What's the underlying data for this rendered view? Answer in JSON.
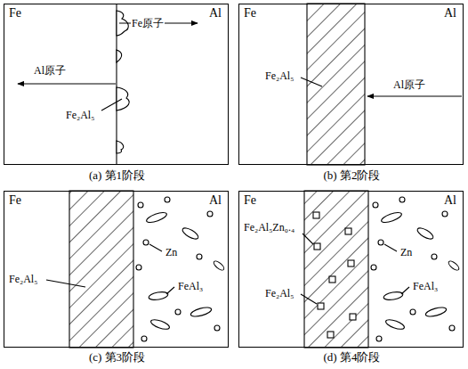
{
  "diagram": {
    "nodes": [
      {
        "text": [
          "Fe",
          "Al",
          "Fe原子",
          "Al原子",
          "Fe₂Al₅",
          "(a) 第1阶段"
        ]
      },
      {
        "text": [
          "Fe",
          "Al",
          "Fe₂Al₅",
          "Al原子",
          "(b) 第2阶段"
        ]
      },
      {
        "text": [
          "Fe",
          "Al",
          "Fe₂Al₅",
          "Zn",
          "FeAl₃",
          "(c) 第3阶段"
        ]
      },
      {
        "text": [
          "Fe",
          "Al",
          "Fe₂Al₅Zn₀.₄",
          "Fe₂Al₅",
          "Zn",
          "FeAl₃",
          "(d) 第4阶段"
        ]
      }
    ]
  }
}
